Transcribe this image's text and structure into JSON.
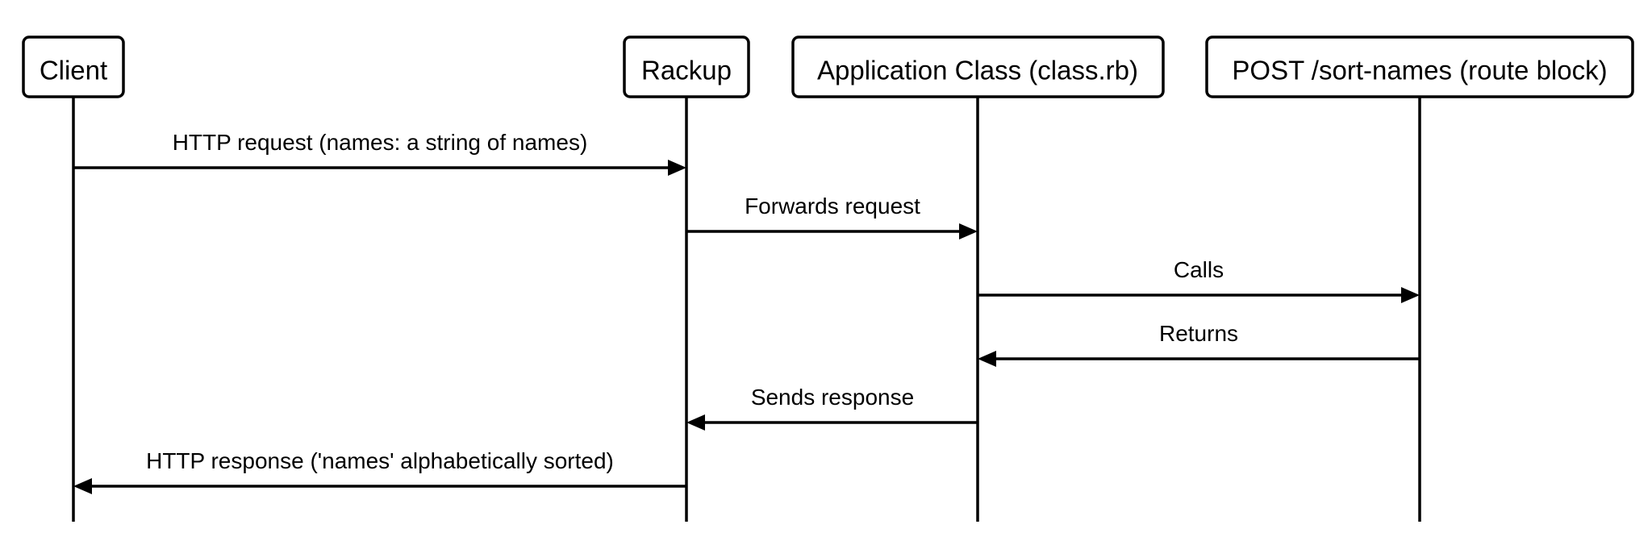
{
  "diagram": {
    "participants": [
      {
        "id": "client",
        "label": "Client"
      },
      {
        "id": "rackup",
        "label": "Rackup"
      },
      {
        "id": "app",
        "label": "Application Class (class.rb)"
      },
      {
        "id": "route",
        "label": "POST /sort-names (route block)"
      }
    ],
    "messages": [
      {
        "from": "client",
        "to": "rackup",
        "label": "HTTP request (names: a string of names)"
      },
      {
        "from": "rackup",
        "to": "app",
        "label": "Forwards request"
      },
      {
        "from": "app",
        "to": "route",
        "label": "Calls"
      },
      {
        "from": "route",
        "to": "app",
        "label": "Returns"
      },
      {
        "from": "app",
        "to": "rackup",
        "label": "Sends response"
      },
      {
        "from": "rackup",
        "to": "client",
        "label": "HTTP response ('names' alphabetically sorted)"
      }
    ]
  }
}
